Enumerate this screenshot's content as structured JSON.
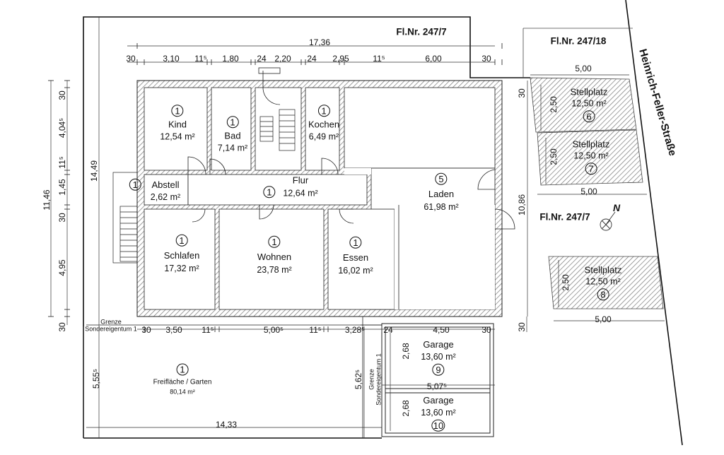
{
  "parcels": {
    "main": "Fl.Nr. 247/7",
    "right": "Fl.Nr. 247/18",
    "main_lower": "Fl.Nr. 247/7"
  },
  "street": "Heinrich-Feller-Straße",
  "north": "N",
  "rooms": [
    {
      "id": "kind",
      "num": "1",
      "name": "Kind",
      "area": "12,54 m²"
    },
    {
      "id": "bad",
      "num": "1",
      "name": "Bad",
      "area": "7,14 m²"
    },
    {
      "id": "kochen",
      "num": "1",
      "name": "Kochen",
      "area": "6,49 m²"
    },
    {
      "id": "abstell",
      "num": "1",
      "name": "Abstell",
      "area": "2,62 m²"
    },
    {
      "id": "flur",
      "num": "1",
      "name": "Flur",
      "area": "12,64 m²"
    },
    {
      "id": "laden",
      "num": "5",
      "name": "Laden",
      "area": "61,98 m²"
    },
    {
      "id": "schlafen",
      "num": "1",
      "name": "Schlafen",
      "area": "17,32 m²"
    },
    {
      "id": "wohnen",
      "num": "1",
      "name": "Wohnen",
      "area": "23,78 m²"
    },
    {
      "id": "essen",
      "num": "1",
      "name": "Essen",
      "area": "16,02 m²"
    },
    {
      "id": "garten",
      "num": "1",
      "name": "Freifläche / Garten",
      "area": "80,14 m²"
    },
    {
      "id": "garage1",
      "num": "9",
      "name": "Garage",
      "area": "13,60 m²"
    },
    {
      "id": "garage2",
      "num": "10",
      "name": "Garage",
      "area": "13,60 m²"
    },
    {
      "id": "stell6",
      "num": "6",
      "name": "Stellplatz",
      "area": "12,50 m²"
    },
    {
      "id": "stell7",
      "num": "7",
      "name": "Stellplatz",
      "area": "12,50 m²"
    },
    {
      "id": "stell8",
      "num": "8",
      "name": "Stellplatz",
      "area": "12,50 m²"
    }
  ],
  "dims_top": {
    "total": "17,36",
    "segments": [
      "30",
      "3,10",
      "11⁵",
      "1,80",
      "24",
      "2,20",
      "24",
      "2,95",
      "11⁵",
      "6,00",
      "30"
    ]
  },
  "dims_bottom": {
    "segments": [
      "30",
      "3,50",
      "11⁵",
      "5,00⁵",
      "11⁵",
      "3,28⁵",
      "24",
      "4,50",
      "30"
    ],
    "garage_width": "5,07⁵",
    "garden_width": "14,33"
  },
  "dims_left": {
    "total": "11,46",
    "total_outer": "14,49",
    "segments": [
      "30",
      "4,04⁵",
      "11⁵",
      "1,45",
      "30",
      "4,95",
      "30"
    ],
    "garden_depth": "5,55⁵"
  },
  "dims_other": {
    "laden_depth": "10,86",
    "garage_depth": "5,62⁵",
    "garage1_len": "2,68",
    "garage2_len": "2,68",
    "stell_width_top": "5,00",
    "stell_width_mid": "5,00",
    "stell_width_low": "5,00",
    "stell6_len": "2,50",
    "stell7_len": "2,50",
    "stell8_len": "2,50",
    "right_wall": "30",
    "right_wall_low": "30"
  },
  "boundary_labels": {
    "grenze_left_1": "Grenze",
    "grenze_left_2": "Sondereigentum 1",
    "grenze_mid_1": "Grenze",
    "grenze_mid_2": "Sondereigentum 1"
  }
}
